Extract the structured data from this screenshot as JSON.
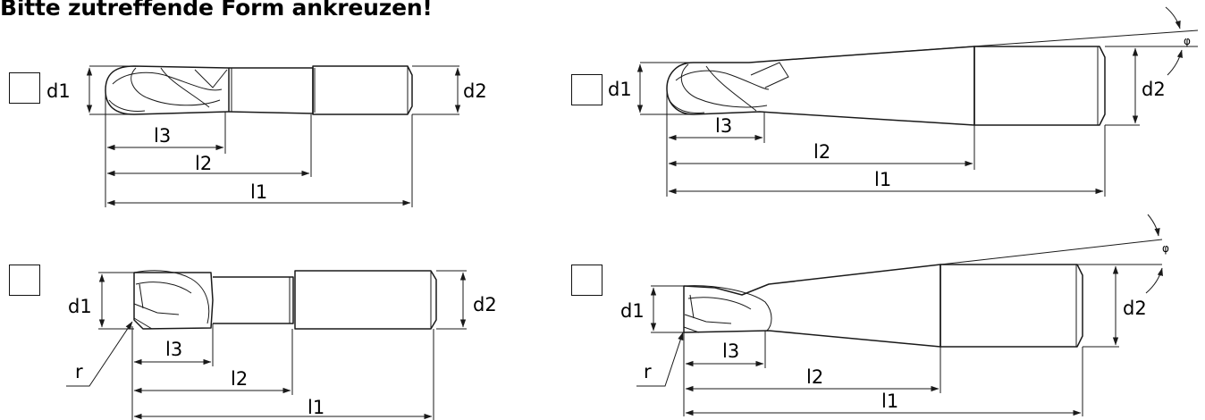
{
  "heading": "Bitte zutreffende Form ankreuzen!",
  "label_symbols": {
    "d1": "d1",
    "d2": "d2",
    "l1": "l1",
    "l2": "l2",
    "l3": "l3",
    "r": "r",
    "phi": "φ"
  },
  "options": [
    {
      "shape": "ball-nose end mill, cylindrical shank",
      "checked": false
    },
    {
      "shape": "ball-nose end mill, tapered neck",
      "checked": false
    },
    {
      "shape": "corner-radius end mill, cylindrical shank",
      "checked": false
    },
    {
      "shape": "corner-radius end mill, tapered neck",
      "checked": false
    }
  ]
}
